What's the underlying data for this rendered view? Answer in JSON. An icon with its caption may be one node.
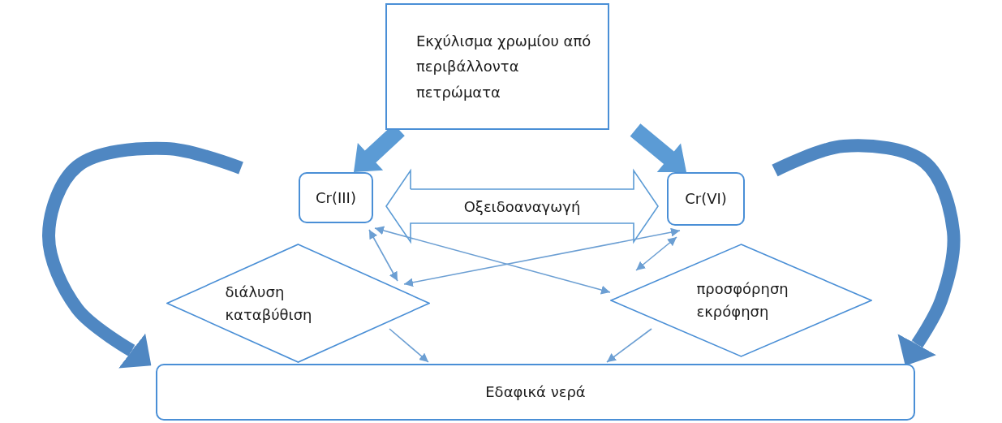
{
  "diagram": {
    "nodes": [
      {
        "text": [
          "Εκχύλισμα χρωμίου από περιβάλλοντα πετρώματα"
        ]
      },
      {
        "text": [
          "Cr(III)"
        ]
      },
      {
        "text": [
          "Cr(VI)"
        ]
      },
      {
        "text": [
          "διάλυση καταβύθιση"
        ]
      },
      {
        "text": [
          "προσφόρηση εκρόφηση"
        ]
      },
      {
        "text": [
          "Εδαφικά νερά"
        ]
      }
    ],
    "edges": [
      {
        "from": 0,
        "to": 1,
        "arrow": "to",
        "style": "thick"
      },
      {
        "from": 0,
        "to": 2,
        "arrow": "to",
        "style": "thick"
      },
      {
        "from": 1,
        "to": 2,
        "arrow": "both",
        "style": "thick",
        "label": "Οξειδοαναγωγή"
      },
      {
        "from": 1,
        "to": 3,
        "arrow": "both"
      },
      {
        "from": 1,
        "to": 4,
        "arrow": "both"
      },
      {
        "from": 2,
        "to": 3,
        "arrow": "both"
      },
      {
        "from": 2,
        "to": 4,
        "arrow": "both"
      },
      {
        "from": 3,
        "to": 5,
        "arrow": "to"
      },
      {
        "from": 4,
        "to": 5,
        "arrow": "to"
      },
      {
        "from": null,
        "to": 5,
        "arrow": "to",
        "style": "thick"
      },
      {
        "from": null,
        "to": 5,
        "arrow": "to",
        "style": "thick"
      }
    ]
  }
}
